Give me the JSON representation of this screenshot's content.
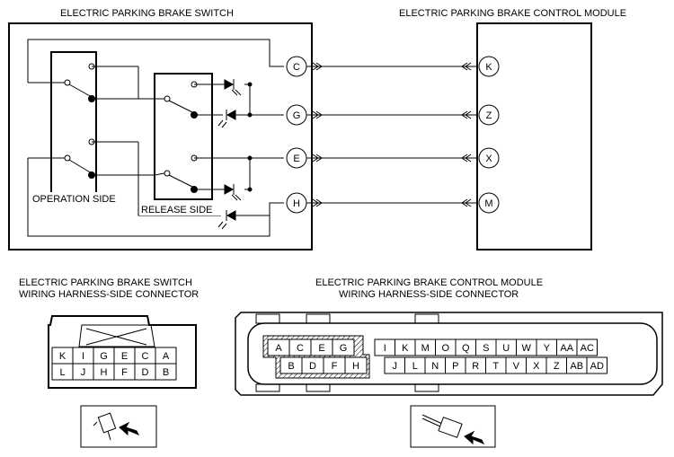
{
  "titles": {
    "switch": "ELECTRIC PARKING BRAKE SWITCH",
    "module": "ELECTRIC PARKING BRAKE CONTROL MODULE",
    "switch_conn_line1": "ELECTRIC PARKING BRAKE SWITCH",
    "switch_conn_line2": "WIRING HARNESS-SIDE CONNECTOR",
    "module_conn_line1": "ELECTRIC PARKING BRAKE CONTROL MODULE",
    "module_conn_line2": "WIRING HARNESS-SIDE CONNECTOR"
  },
  "labels": {
    "operation_side": "OPERATION SIDE",
    "release_side": "RELEASE SIDE"
  },
  "wiring": [
    {
      "switch_pin": "C",
      "module_pin": "K"
    },
    {
      "switch_pin": "G",
      "module_pin": "Z"
    },
    {
      "switch_pin": "E",
      "module_pin": "X"
    },
    {
      "switch_pin": "H",
      "module_pin": "M"
    }
  ],
  "switch_connector": {
    "top_row": [
      "K",
      "I",
      "G",
      "E",
      "C",
      "A"
    ],
    "bottom_row": [
      "L",
      "J",
      "H",
      "F",
      "D",
      "B"
    ]
  },
  "module_connector": {
    "left_top": [
      "A",
      "C",
      "E",
      "G"
    ],
    "left_bottom": [
      "B",
      "D",
      "F",
      "H"
    ],
    "right_top": [
      "I",
      "K",
      "M",
      "O",
      "Q",
      "S",
      "U",
      "W",
      "Y",
      "AA",
      "AC"
    ],
    "right_bottom": [
      "J",
      "L",
      "N",
      "P",
      "R",
      "T",
      "V",
      "X",
      "Z",
      "AB",
      "AD"
    ]
  },
  "icons": {
    "switch_view": "connector-view-arrow-icon",
    "module_view": "connector-view-arrow-icon"
  }
}
